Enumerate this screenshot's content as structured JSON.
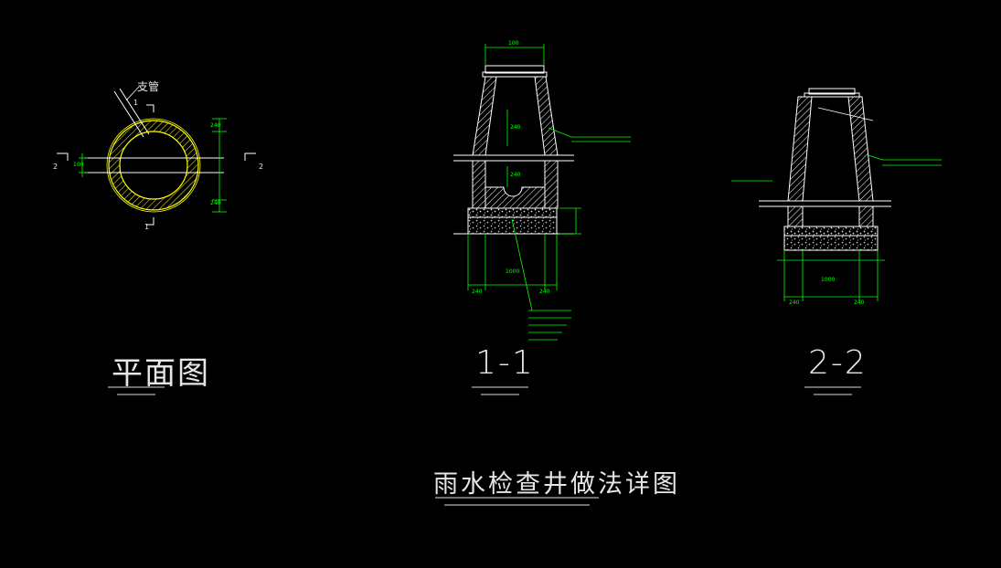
{
  "views": {
    "plan": {
      "title": "平面图",
      "branch_label": "支管",
      "section_marks": [
        "1",
        "1",
        "2",
        "2"
      ],
      "dim_labels": [
        "240",
        "240",
        "100"
      ]
    },
    "section_1": {
      "title": "1-1",
      "dims": [
        "100",
        "240",
        "240",
        "1000",
        "240",
        "240"
      ]
    },
    "section_2": {
      "title": "2-2",
      "dims": [
        "240",
        "1000",
        "240"
      ]
    }
  },
  "drawing_title": "雨水检查井做法详图",
  "colors": {
    "background": "#000000",
    "lines": "#ffffff",
    "dimensions": "#00ff00",
    "plan_ring": "#ffff00"
  }
}
